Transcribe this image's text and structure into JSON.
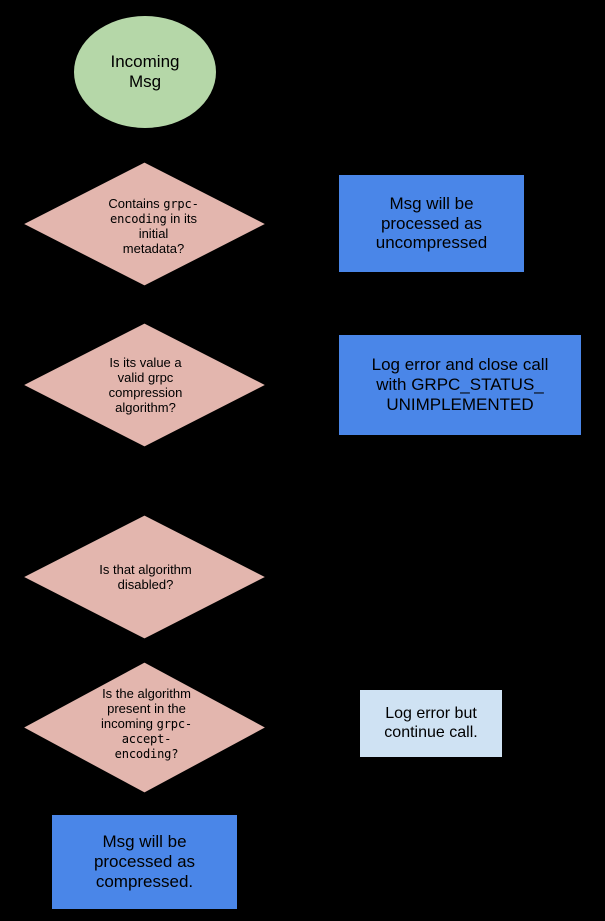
{
  "diagram": {
    "title": "gRPC incoming message compression handling flowchart",
    "background_color": "#000000",
    "colors": {
      "start_fill": "#b5d7a8",
      "decision_fill": "#e3b6ae",
      "decision_stroke": "#000000",
      "process_fill": "#4a86e8",
      "process_light_fill": "#cfe2f3",
      "text": "#000000"
    },
    "nodes": [
      {
        "id": "start",
        "type": "terminator",
        "name": "incoming-msg-start",
        "lines": [
          "Incoming",
          "Msg"
        ],
        "text": "Incoming Msg"
      },
      {
        "id": "decision1",
        "type": "decision",
        "name": "contains-grpc-encoding-decision",
        "segments": [
          {
            "text": "Contains ",
            "style": "sans"
          },
          {
            "text": "grpc-",
            "style": "mono"
          },
          {
            "text": "\n",
            "style": "break"
          },
          {
            "text": "encoding",
            "style": "mono"
          },
          {
            "text": " in its",
            "style": "sans"
          },
          {
            "text": "\n",
            "style": "break"
          },
          {
            "text": "initial",
            "style": "sans"
          },
          {
            "text": "\n",
            "style": "break"
          },
          {
            "text": "metadata?",
            "style": "sans"
          }
        ],
        "text": "Contains grpc-encoding in its initial metadata?"
      },
      {
        "id": "process1",
        "type": "process",
        "name": "processed-as-uncompressed-box",
        "lines": [
          "Msg will be",
          "processed as",
          "uncompressed"
        ],
        "text": "Msg will be processed as uncompressed"
      },
      {
        "id": "decision2",
        "type": "decision",
        "name": "valid-compression-algorithm-decision",
        "lines": [
          "Is its value a",
          "valid grpc",
          "compression",
          "algorithm?"
        ],
        "text": "Is its value a valid grpc compression algorithm?"
      },
      {
        "id": "process2",
        "type": "process",
        "name": "log-error-close-call-box",
        "lines": [
          "Log error and close call",
          "with GRPC_STATUS_",
          "UNIMPLEMENTED"
        ],
        "text": "Log error and close call with GRPC_STATUS_UNIMPLEMENTED"
      },
      {
        "id": "decision3",
        "type": "decision",
        "name": "algorithm-disabled-decision",
        "lines": [
          "Is that algorithm",
          "disabled?"
        ],
        "text": "Is that algorithm disabled?"
      },
      {
        "id": "decision4",
        "type": "decision",
        "name": "algorithm-in-accept-encoding-decision",
        "segments": [
          {
            "text": "Is the algorithm",
            "style": "sans"
          },
          {
            "text": "\n",
            "style": "break"
          },
          {
            "text": "present in the",
            "style": "sans"
          },
          {
            "text": "\n",
            "style": "break"
          },
          {
            "text": "incoming ",
            "style": "sans"
          },
          {
            "text": "grpc-",
            "style": "mono"
          },
          {
            "text": "\n",
            "style": "break"
          },
          {
            "text": "accept-",
            "style": "mono"
          },
          {
            "text": "\n",
            "style": "break"
          },
          {
            "text": "encoding?",
            "style": "mono"
          }
        ],
        "text": "Is the algorithm present in the incoming grpc-accept-encoding?"
      },
      {
        "id": "process3",
        "type": "process-light",
        "name": "log-error-continue-call-box",
        "lines": [
          "Log error but",
          "continue call."
        ],
        "text": "Log error but continue call."
      },
      {
        "id": "process4",
        "type": "process",
        "name": "processed-as-compressed-box",
        "lines": [
          "Msg will be",
          "processed as",
          "compressed."
        ],
        "text": "Msg will be processed as compressed."
      }
    ]
  }
}
